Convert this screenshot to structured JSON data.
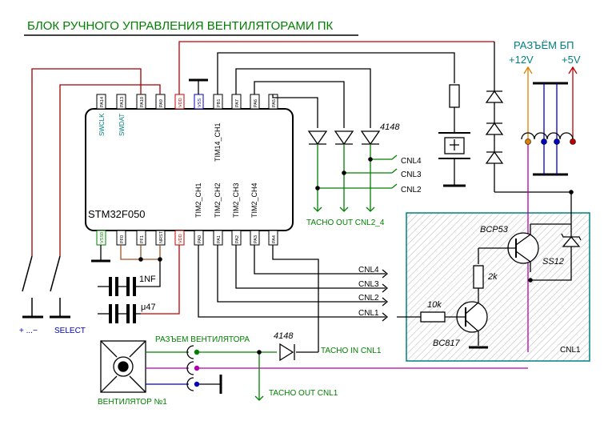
{
  "title": "БЛОК РУЧНОГО УПРАВЛЕНИЯ ВЕНТИЛЯТОРАМИ ПК",
  "mcu": {
    "name": "STM32F050",
    "top_pins": [
      "PA14",
      "PA13",
      "PA10",
      "PA9",
      "VDD",
      "VSS",
      "PB1",
      "PA7",
      "PA6",
      "PA5"
    ],
    "top_labels": [
      "SWCLK",
      "SWDAT",
      "TIM14_CH1"
    ],
    "bottom_labels": [
      "TIM2_CH1",
      "TIM2_CH2",
      "TIM2_CH3",
      "TIM2_CH4"
    ],
    "bottom_pins": [
      "VSS0",
      "PF0",
      "PF1",
      "NRST",
      "VDD",
      "PA0",
      "PA1",
      "PA2",
      "PA3",
      "PA4"
    ]
  },
  "psu": {
    "title": "РАЗЪЁМ БП",
    "v12": "+12V",
    "v5": "+5V"
  },
  "parts": {
    "diode_top": "4148",
    "diode_fan": "4148",
    "bcp": "BCP53",
    "zener": "SS12",
    "r2k": "2k",
    "r10k": "10k",
    "bc817": "BC817",
    "cap1": "1NF",
    "cap2": "μ47"
  },
  "nets": {
    "cnl4": "CNL4",
    "cnl3": "CNL3",
    "cnl2": "CNL2",
    "cnl1": "CNL1",
    "tacho_out_2_4": "TACHO OUT CNL2_4",
    "tacho_in": "TACHO IN CNL1",
    "tacho_out_1": "TACHO OUT CNL1",
    "box_label": "CNL1"
  },
  "fan": {
    "connector": "РАЗЪЕМ ВЕНТИЛЯТОРА",
    "name": "ВЕНТИЛЯТОР №1"
  },
  "buttons": {
    "b1": "+ ...−",
    "b2": "SELECT"
  },
  "colors": {
    "wire": "#000000",
    "vdd": "#c00000",
    "green": "#008000",
    "teal": "#008080",
    "purple": "#b000b0",
    "blue": "#0000c0",
    "brown": "#a05020",
    "orange": "#e08000"
  }
}
